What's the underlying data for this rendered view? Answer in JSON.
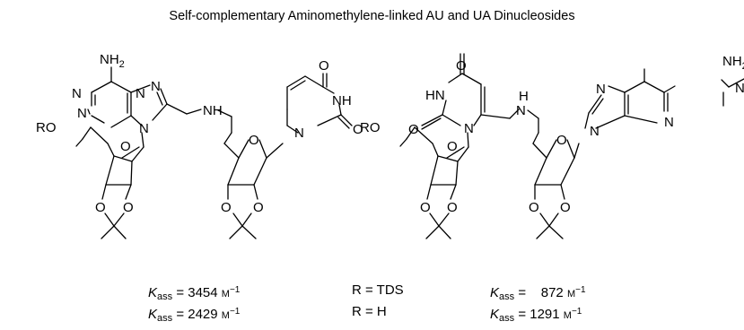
{
  "title": "Self-complementary Aminomethylene-linked AU and UA Dinucleosides",
  "labels": {
    "ro": "RO",
    "nh2": "NH",
    "nh2_sub": "2",
    "n": "N",
    "o": "O",
    "nh": "NH",
    "h": "H",
    "hn": "HN"
  },
  "rows": [
    {
      "kass_symbol": "K",
      "kass_sub": "ass",
      "au_value": "3454",
      "r_label": "R = TDS",
      "ua_value": "872",
      "unit": "M",
      "unit_exp": "−1"
    },
    {
      "kass_symbol": "K",
      "kass_sub": "ass",
      "au_value": "2429",
      "r_label": "R = H",
      "ua_value": "1291",
      "unit": "M",
      "unit_exp": "−1"
    }
  ]
}
